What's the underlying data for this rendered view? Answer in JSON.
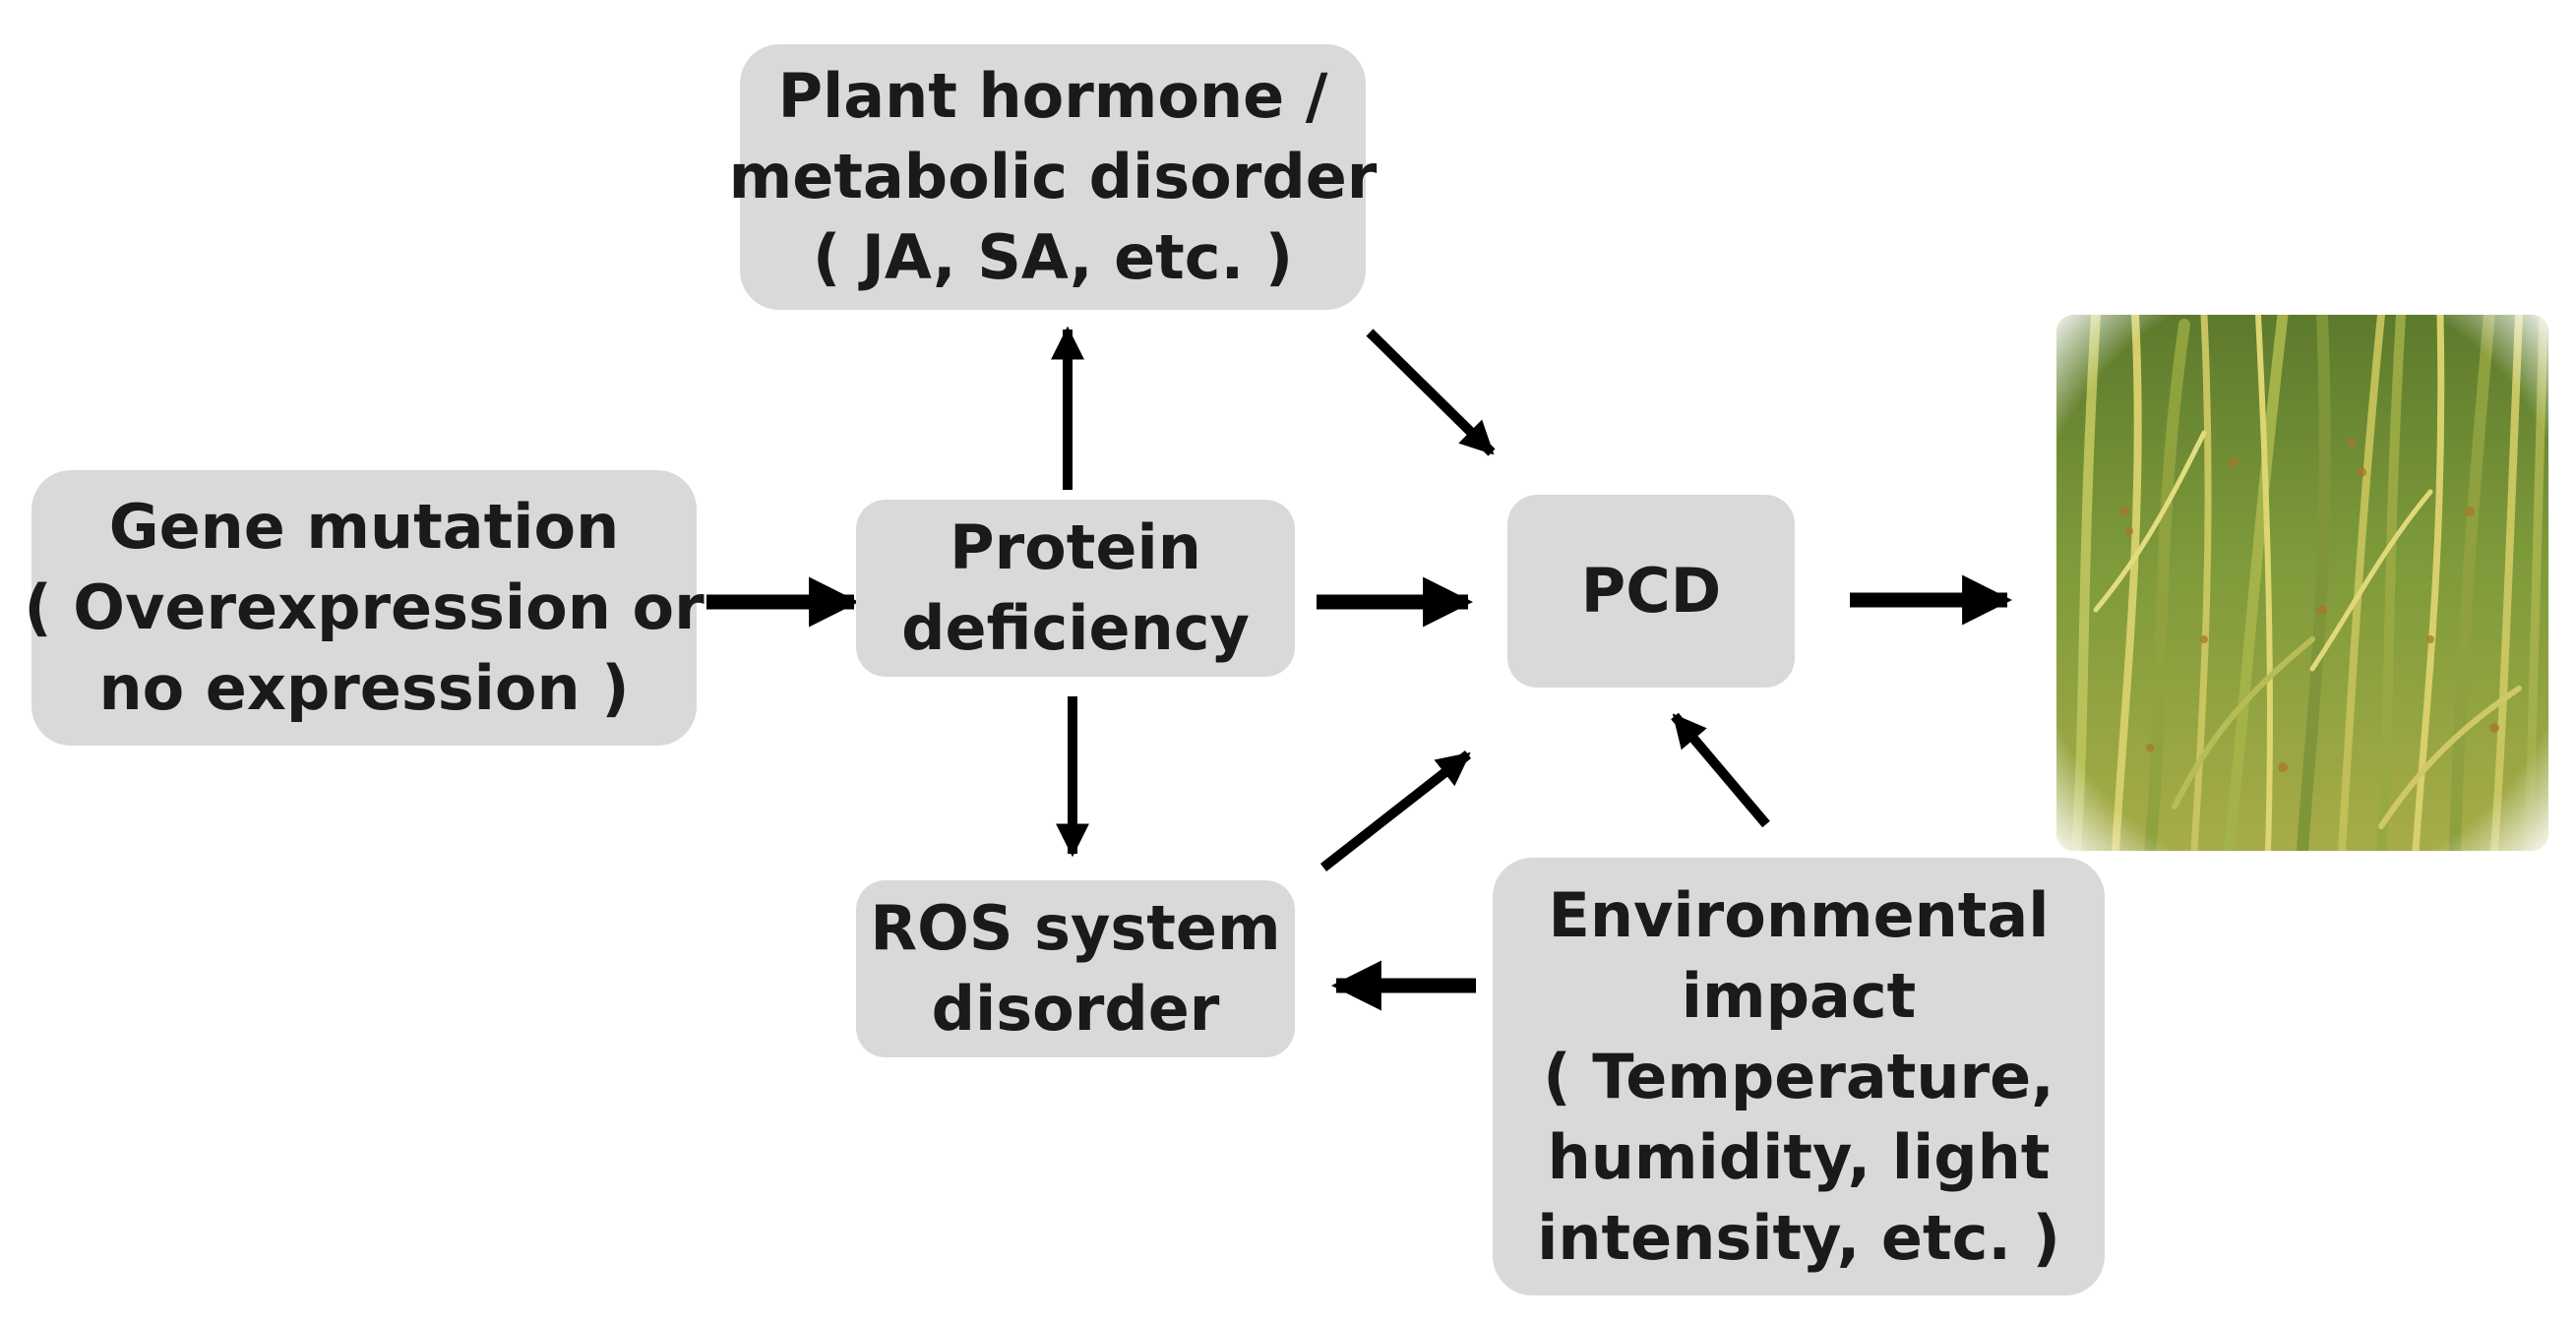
{
  "nodes": {
    "gene_mutation": {
      "lines": [
        "Gene mutation",
        "( Overexpression or",
        "no expression )"
      ]
    },
    "protein_deficiency": {
      "lines": [
        "Protein",
        "deficiency"
      ]
    },
    "hormone_disorder": {
      "lines": [
        "Plant hormone /",
        "metabolic disorder",
        "( JA, SA, etc. )"
      ]
    },
    "ros_disorder": {
      "lines": [
        "ROS system",
        "disorder"
      ]
    },
    "pcd": {
      "lines": [
        "PCD"
      ]
    },
    "environmental_impact": {
      "lines": [
        "Environmental",
        "impact",
        "( Temperature,",
        "humidity, light",
        "intensity, etc. )"
      ]
    }
  },
  "colors": {
    "node_fill": "#d9d9d9",
    "arrow": "#000000",
    "text": "#1a1a1a"
  },
  "image": {
    "subject": "rice-plants-lesion-mimic-photo"
  }
}
